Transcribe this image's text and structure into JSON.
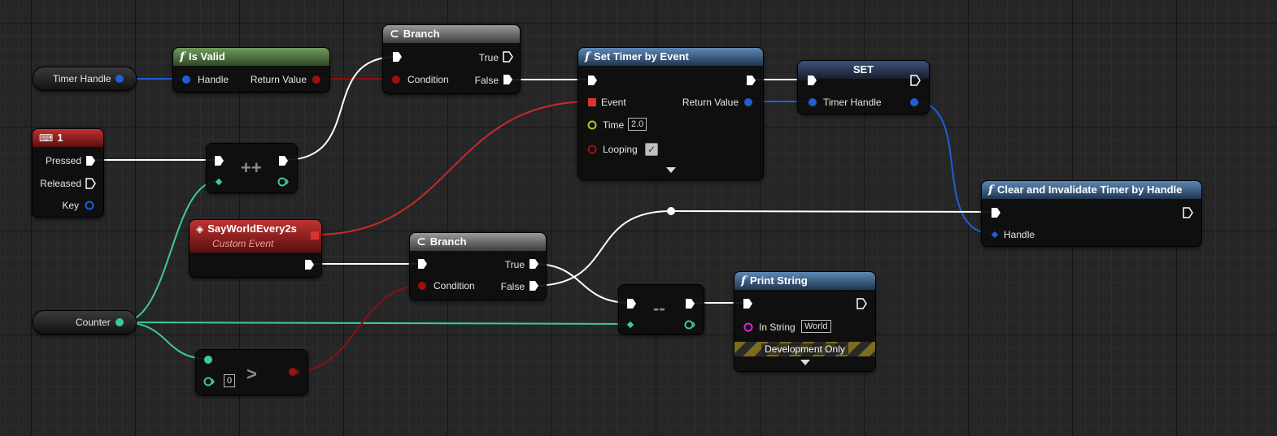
{
  "nodes": {
    "timer_handle_getter": {
      "label": "Timer Handle"
    },
    "is_valid": {
      "title": "Is Valid",
      "in_handle": "Handle",
      "out_return": "Return Value"
    },
    "branch_top": {
      "title": "Branch",
      "out_true": "True",
      "in_condition": "Condition",
      "out_false": "False"
    },
    "set_timer": {
      "title": "Set Timer by Event",
      "in_event": "Event",
      "out_return": "Return Value",
      "in_time": "Time",
      "time_value": "2.0",
      "in_looping": "Looping",
      "looping_checked": true
    },
    "set_var": {
      "title": "SET",
      "in_timer_handle": "Timer Handle"
    },
    "key_event": {
      "title": "1",
      "out_pressed": "Pressed",
      "out_released": "Released",
      "out_key": "Key"
    },
    "increment": {
      "op": "++"
    },
    "custom_event": {
      "title": "SayWorldEvery2s",
      "subtitle": "Custom Event"
    },
    "clear_timer": {
      "title": "Clear and Invalidate Timer by Handle",
      "in_handle": "Handle"
    },
    "branch_bottom": {
      "title": "Branch",
      "out_true": "True",
      "in_condition": "Condition",
      "out_false": "False"
    },
    "decrement": {
      "op": "--"
    },
    "print_string": {
      "title": "Print String",
      "in_string": "In String",
      "string_value": "World",
      "dev_only": "Development Only"
    },
    "counter_getter": {
      "label": "Counter"
    },
    "greater": {
      "op": ">",
      "value": "0"
    }
  },
  "colors": {
    "exec": "#ffffff",
    "struct": "#1f5fd6",
    "bool": "#9b1010",
    "int": "#3ec9a0",
    "float": "#9ad22a",
    "string": "#e020e0",
    "delegate": "#e03030"
  }
}
